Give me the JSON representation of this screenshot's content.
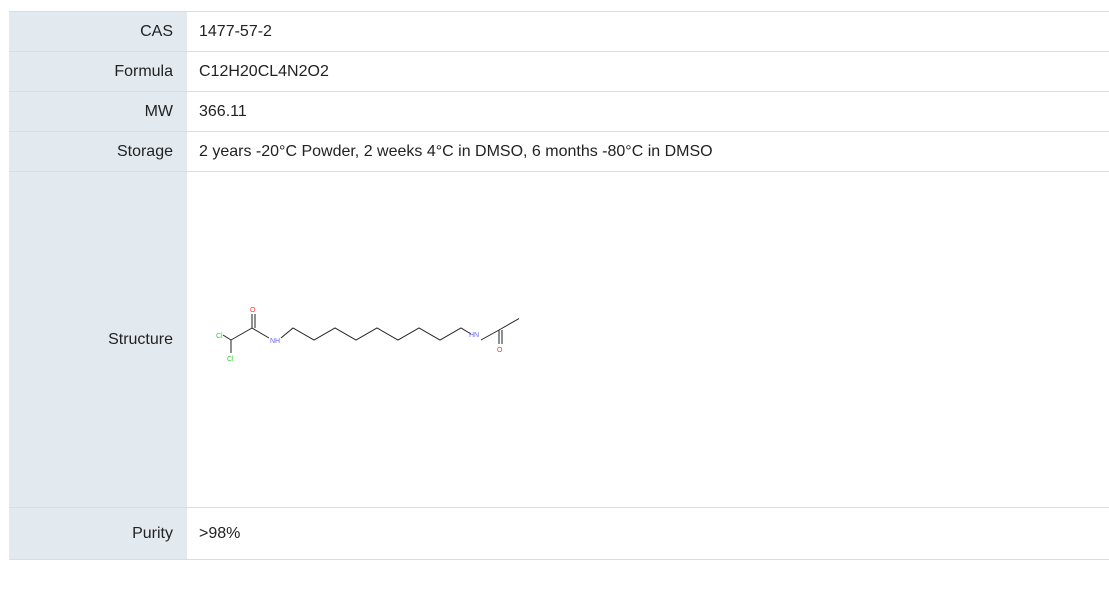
{
  "rows": [
    {
      "key": "CAS",
      "value": "1477-57-2"
    },
    {
      "key": "Formula",
      "value": "C12H20CL4N2O2"
    },
    {
      "key": "MW",
      "value": "366.11"
    },
    {
      "key": "Storage",
      "value": "2 years -20°C Powder, 2 weeks 4°C in DMSO, 6 months -80°C in DMSO"
    },
    {
      "key": "Structure",
      "value": ""
    },
    {
      "key": "Purity",
      "value": ">98%"
    }
  ],
  "structure_atoms": {
    "cl": "Cl",
    "o": "O",
    "nh": "NH",
    "hn": "HN"
  },
  "colors": {
    "label_bg": "#e2eaf0",
    "border": "#dcdcdc",
    "chlorine": "#33cc33",
    "oxygen": "#ff3333",
    "nitrogen": "#6666ee"
  }
}
